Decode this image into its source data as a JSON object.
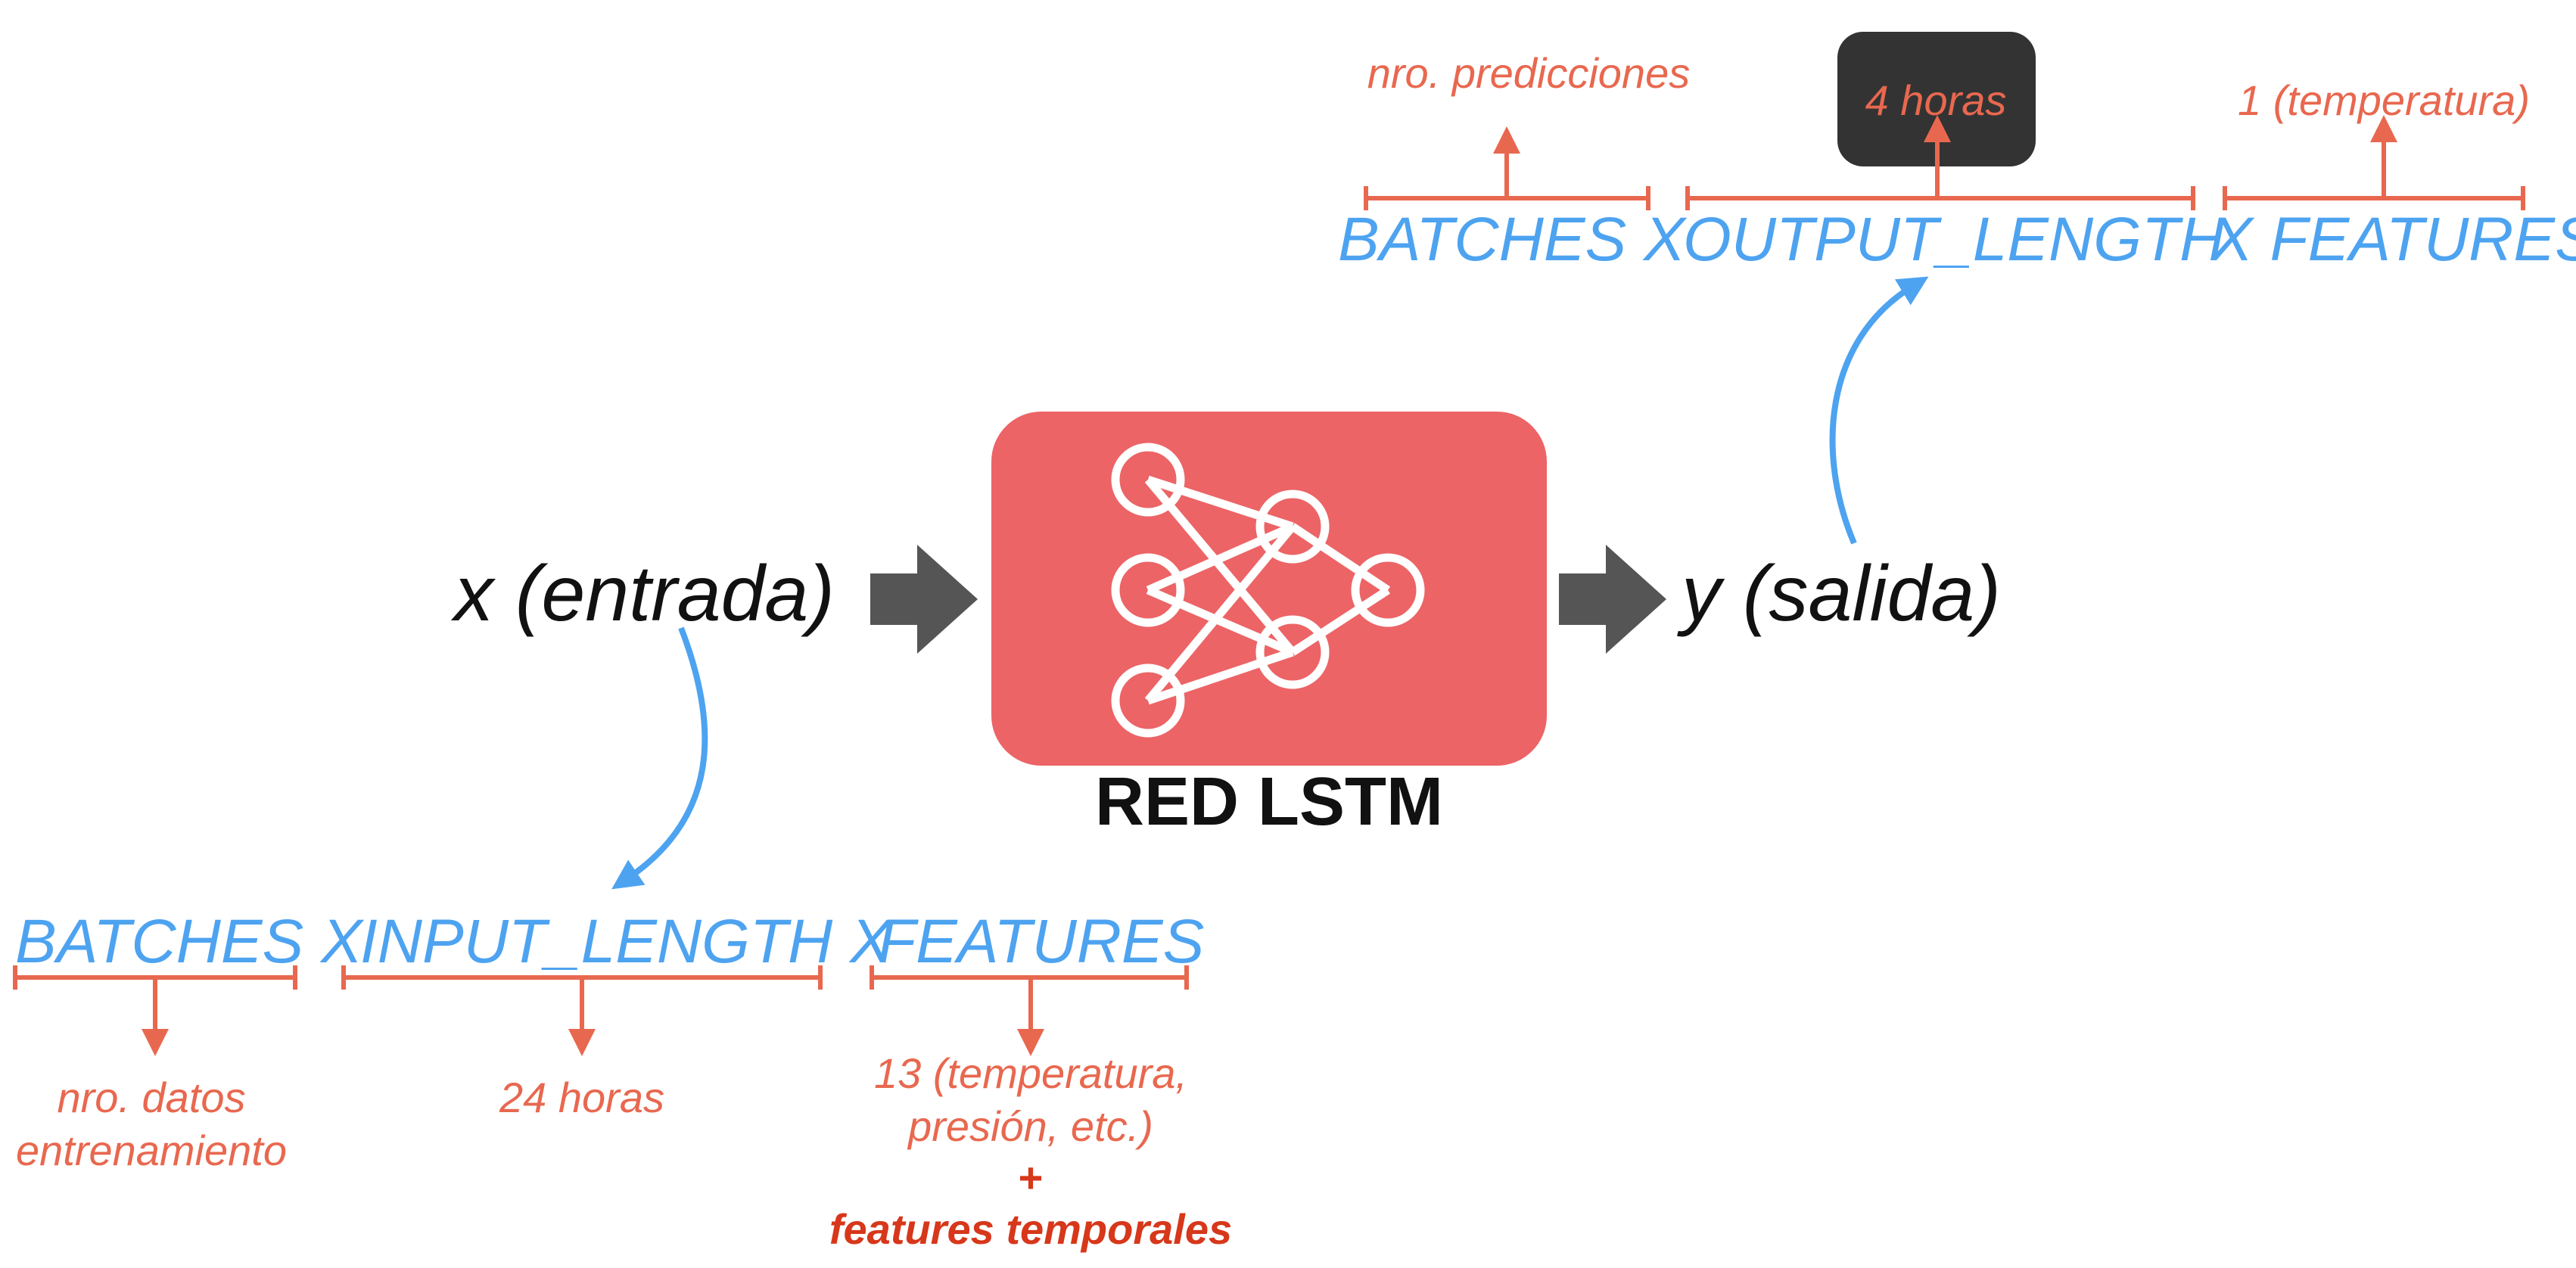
{
  "network": {
    "title": "RED LSTM",
    "icon": "neural-network-icon",
    "box_color": "#ec6466"
  },
  "input": {
    "label": "x (entrada)",
    "shape": {
      "batches": "BATCHES X",
      "length": "INPUT_LENGTH X",
      "features": "FEATURES"
    },
    "annotations": {
      "batches_line1": "nro. datos",
      "batches_line2": "entrenamiento",
      "length": "24 horas",
      "features_line1": "13 (temperatura,",
      "features_line2": "presión, etc.)",
      "plus": "+",
      "features_extra": "features temporales"
    }
  },
  "output": {
    "label": "y (salida)",
    "shape": {
      "batches": "BATCHES X",
      "length": "OUTPUT_LENGTH",
      "features": "X FEATURES"
    },
    "annotations": {
      "batches": "nro. predicciones",
      "length": "4 horas",
      "features": "1 (temperatura)"
    }
  },
  "colors": {
    "shape_text": "#4da3f0",
    "annotation": "#e8684f",
    "annotation_strong": "#d7371a",
    "arrow_gray": "#555555",
    "highlight_box": "#333333"
  }
}
